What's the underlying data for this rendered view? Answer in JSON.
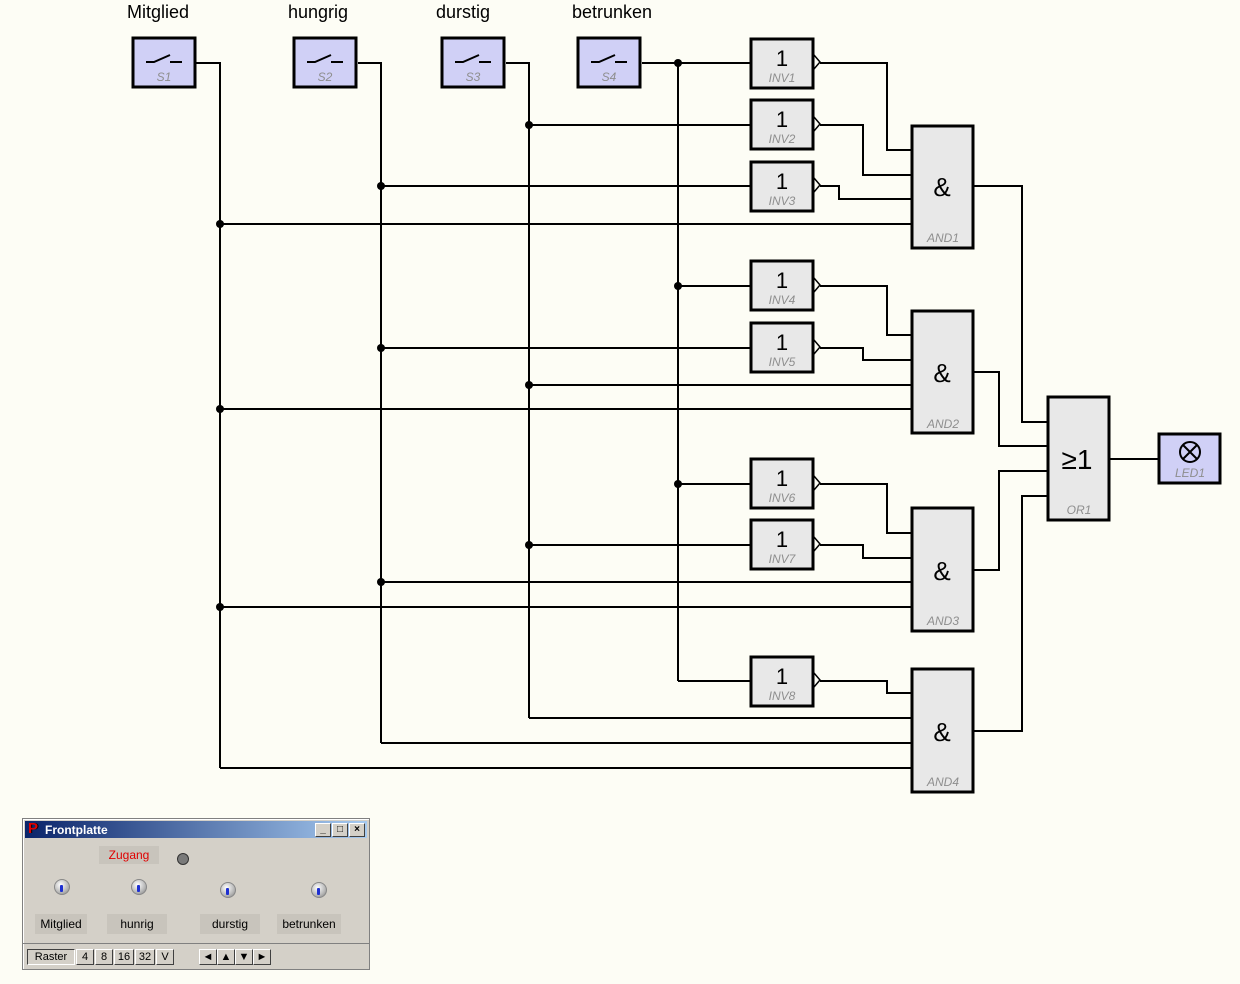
{
  "signals": [
    "Mitglied",
    "hungrig",
    "durstig",
    "betrunken"
  ],
  "switches": [
    "S1",
    "S2",
    "S3",
    "S4"
  ],
  "inverters": {
    "symbol": "1",
    "names": [
      "INV1",
      "INV2",
      "INV3",
      "INV4",
      "INV5",
      "INV6",
      "INV7",
      "INV8"
    ]
  },
  "and_gates": {
    "symbol": "&",
    "names": [
      "AND1",
      "AND2",
      "AND3",
      "AND4"
    ]
  },
  "or_gate": {
    "symbol": "≥1",
    "name": "OR1"
  },
  "led": {
    "name": "LED1"
  },
  "frontplatte": {
    "title": "Frontplatte",
    "status_label": "Zugang",
    "buttons": [
      "Mitglied",
      "hunrig",
      "durstig",
      "betrunken"
    ],
    "toolbar": {
      "raster": "Raster",
      "grid_sizes": [
        "4",
        "8",
        "16",
        "32"
      ],
      "v": "V",
      "arrows": [
        "◄",
        "▲",
        "▼",
        "►"
      ]
    },
    "window_buttons": [
      "_",
      "□",
      "×"
    ]
  },
  "colors": {
    "background": "#fdfdf5",
    "block_fill": "#e8e8e8",
    "io_fill": "#d0d0f6",
    "line": "#000000",
    "status_text": "#e00000"
  }
}
